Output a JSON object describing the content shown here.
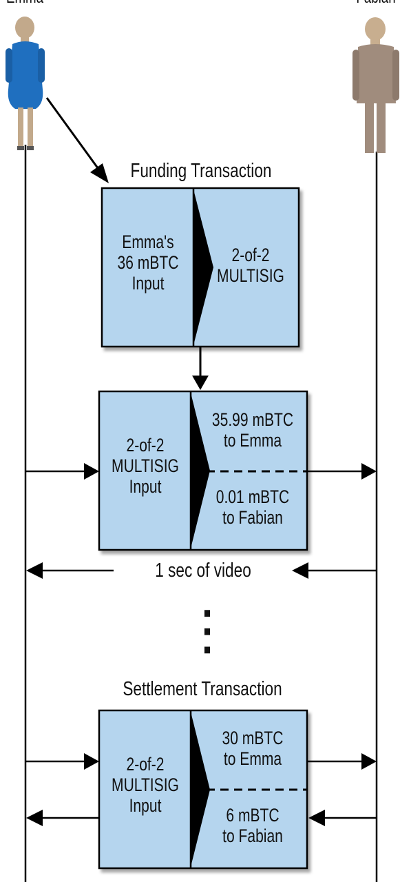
{
  "participants": {
    "left": {
      "name": "Emma",
      "color": "#1f6fbf"
    },
    "right": {
      "name": "Fabian",
      "color": "#a08c7d"
    }
  },
  "funding": {
    "title": "Funding Transaction",
    "input": "Emma's\n36 mBTC\nInput",
    "output": "2-of-2\nMULTISIG"
  },
  "commitment": {
    "input": "2-of-2\nMULTISIG\nInput",
    "output_emma": "35.99 mBTC\nto Emma",
    "output_fabian": "0.01 mBTC\nto Fabian"
  },
  "message": {
    "label": "1 sec of video"
  },
  "ellipsis": "⋮",
  "settlement": {
    "title": "Settlement Transaction",
    "input": "2-of-2\nMULTISIG\nInput",
    "output_emma": "30 mBTC\nto Emma",
    "output_fabian": "6 mBTC\nto Fabian"
  },
  "colors": {
    "box_fill": "#b5d5ee",
    "line": "#000000"
  }
}
